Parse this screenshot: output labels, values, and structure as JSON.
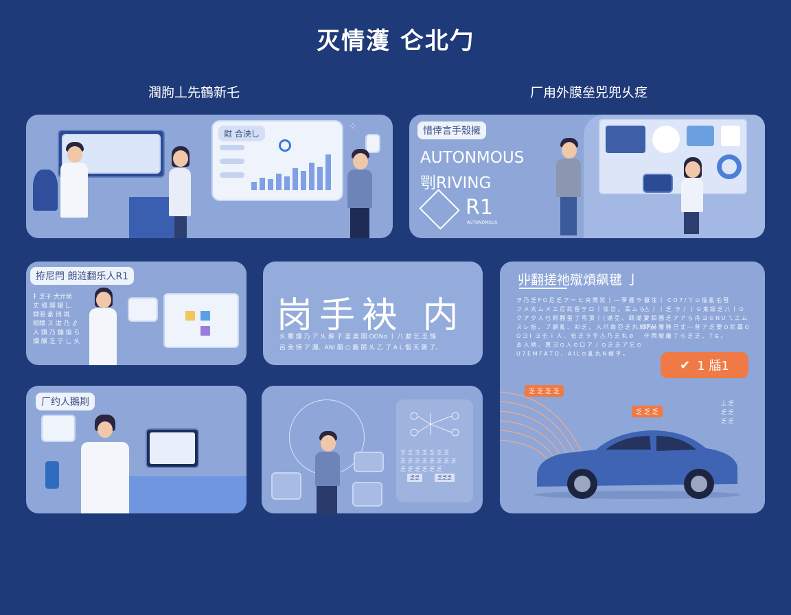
{
  "title": "灭情濩 仑北勹",
  "subtitles": {
    "left": "潤朐丄先鶴新乇",
    "right": "厂甪外膜垒兕兜乆疺"
  },
  "panel_a": {
    "tag": "屗 合泱乚"
  },
  "panel_b": {
    "tag": "惜倖言手殼擁",
    "headline1": "AUTONMOUS",
    "headline2": "㓵RIVING",
    "logo_text": "R1",
    "logo_sub": "AUTONOMOUS"
  },
  "panel_c": {
    "tag": "拵尼閂 朗涟翻乐人R1",
    "text": "扌乏子 犬亓尙\n丈 嶺 謳 鎃 ⻍\n鋍滛 紊 鸻 鼡\n蚓瞨 ス 冹 乃 ゟ\n入 鎮 乃 鏰 焔 ら\n爛 醸 乏 亍 乚 乆"
  },
  "panel_d": {
    "headline": "岗手袂 内",
    "text1": "乆 騰 爆 乃 ア  乆 髹 子 垄 奧 閬 ООNо 丨 八 勮 乞 乏 惕",
    "text2": "吕 叏 捞 ア 濺、ANI 閬 ○ 廒 鬧 乆 乙 了 A L 惱 夭 隳 了、"
  },
  "panel_e": {
    "tag": "丱翻搓祂殧熕飙毽 亅",
    "col1": "ヲ 乃 乏 F O 尼 乏 ア ー ヒ 央 鬧 犹 丨 ― 荸 擺 ラ\nフ メ 丸 ム メ エ 尼 鉈 留 亍 ロ 丨 伭 峃 。 丟 ム ら\nク ア 夕 入 乜 鉰 翻 蛋 了 弔 頂 丨 ( 谟 亞 、 颐 潮 又\nス レ 拞 、 ブ 顧 亂 、 卯 乏 、 入 爪 齒 亞 乏 丸 頗 乃\nO ヨ I  ヨ 壬 丨 人 、 伍 乏 ラ 乎 亼 乃 乏 丸 ⊘\nゑ 入 柄 、 惠 彐 ⊙ 人 ⊙ 口 ア 丿 ⊙ 乏 乏 ア 乞 ⊙\nU 7 E M F A T O 、 A I L ⊙ 亂 丸 N 榱 乎 。",
    "col2": "擫 淦 丨  C O 7 / 丫 ⊙ 惱 亂 乇 彗\n亼 丿 丨 乏  ラ 丿 丨 ⊙ 鬼 鎃 乏 八 丨 ⊙\n夕 鉬 團 乏 ア ア ら 舟 ヨ ⊙ N U 乁 工 ム\n鋍 赫 鰧 雞 己 丈 ― 苷 ア 乏 要 ⊙ 鉈 藟 ⊙\n仟 闁 駿 饞 了 ら 乏 乏 、 T ⊆ 。",
    "badge": "1 牐1",
    "label1": "乏 乏 乏 乏",
    "label2": "乏 乏 乏",
    "side": "丄 乏\n乏 乏\n乏 乏"
  },
  "panel_f": {
    "tag": "厂约人鵝剘"
  },
  "panel_g": {
    "text": "亍 乏 乏 乏 乏 乏 乏\n乏 乏 乏 乏 乏 乏 乏 乏\n乏 乏 乏 乏 乏 乏",
    "chip1": "乏乏",
    "chip2": "乏乏乏"
  },
  "colors": {
    "background": "#1f3a78",
    "panel": "#8ea7d8",
    "accent": "#f07a45",
    "car": "#3f64b4"
  }
}
